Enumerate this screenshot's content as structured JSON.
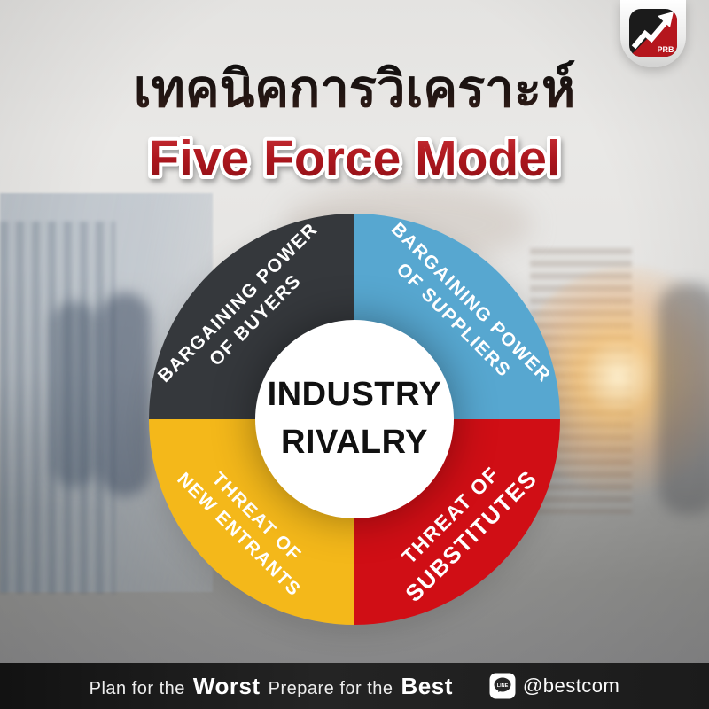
{
  "header": {
    "title_thai": "เทคนิคการวิเคราะห์",
    "title_en": "Five Force Model"
  },
  "logo": {
    "brand": "PRB",
    "icon": "trend-up-arrow-icon"
  },
  "wheel": {
    "center_line1": "INDUSTRY",
    "center_line2": "RIVALRY",
    "segments": [
      {
        "name": "bargaining-power-of-buyers",
        "line1": "BARGAINING POWER",
        "line2": "OF BUYERS",
        "color": "#35383c",
        "position": "top-left"
      },
      {
        "name": "bargaining-power-of-suppliers",
        "line1": "BARGAINING POWER",
        "line2": "OF SUPPLIERS",
        "color": "#57a7d0",
        "position": "top-right"
      },
      {
        "name": "threat-of-new-entrants",
        "line1": "THREAT OF",
        "line2": "NEW ENTRANTS",
        "color": "#f4b81a",
        "position": "bottom-left"
      },
      {
        "name": "threat-of-substitutes",
        "line1": "THREAT OF",
        "line2": "SUBSTITUTES",
        "color": "#d00e15",
        "position": "bottom-right"
      }
    ]
  },
  "footer": {
    "tagline_part1": "Plan for the",
    "tagline_worst": "Worst",
    "tagline_part2": "Prepare for the",
    "tagline_best": "Best",
    "line_icon_label": "LINE",
    "line_handle": "@bestcom"
  },
  "theme": {
    "seg-buyers": "#35383c",
    "seg-suppliers": "#57a7d0",
    "seg-entrants": "#f4b81a",
    "seg-substitutes": "#d00e15",
    "title-red": "#b01b22",
    "footer-bg": "#1d1d1d",
    "bg-light": "#e6e5e3"
  }
}
